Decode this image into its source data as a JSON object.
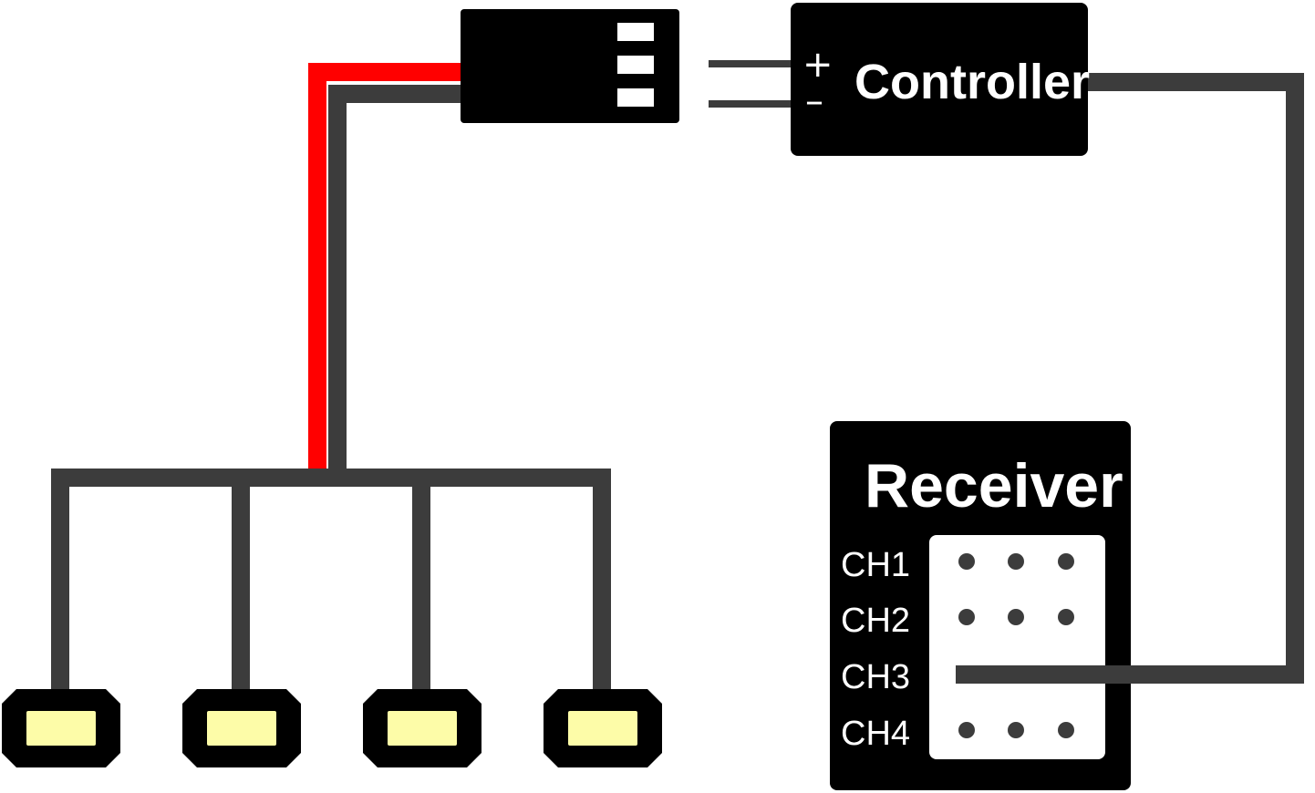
{
  "controller": {
    "label": "Controller",
    "plus_sign": "+",
    "minus_sign": "–"
  },
  "receiver": {
    "title": "Receiver",
    "channels": [
      "CH1",
      "CH2",
      "CH3",
      "CH4"
    ],
    "connected_channel": "CH3"
  },
  "lamps": {
    "count": 4,
    "lamp_color": "#fdfca8"
  },
  "colors": {
    "wire_dark": "#3c3c3c",
    "wire_red": "#ff0000",
    "body": "#000000",
    "text": "#ffffff",
    "pin_dot": "#3c3c3c"
  }
}
